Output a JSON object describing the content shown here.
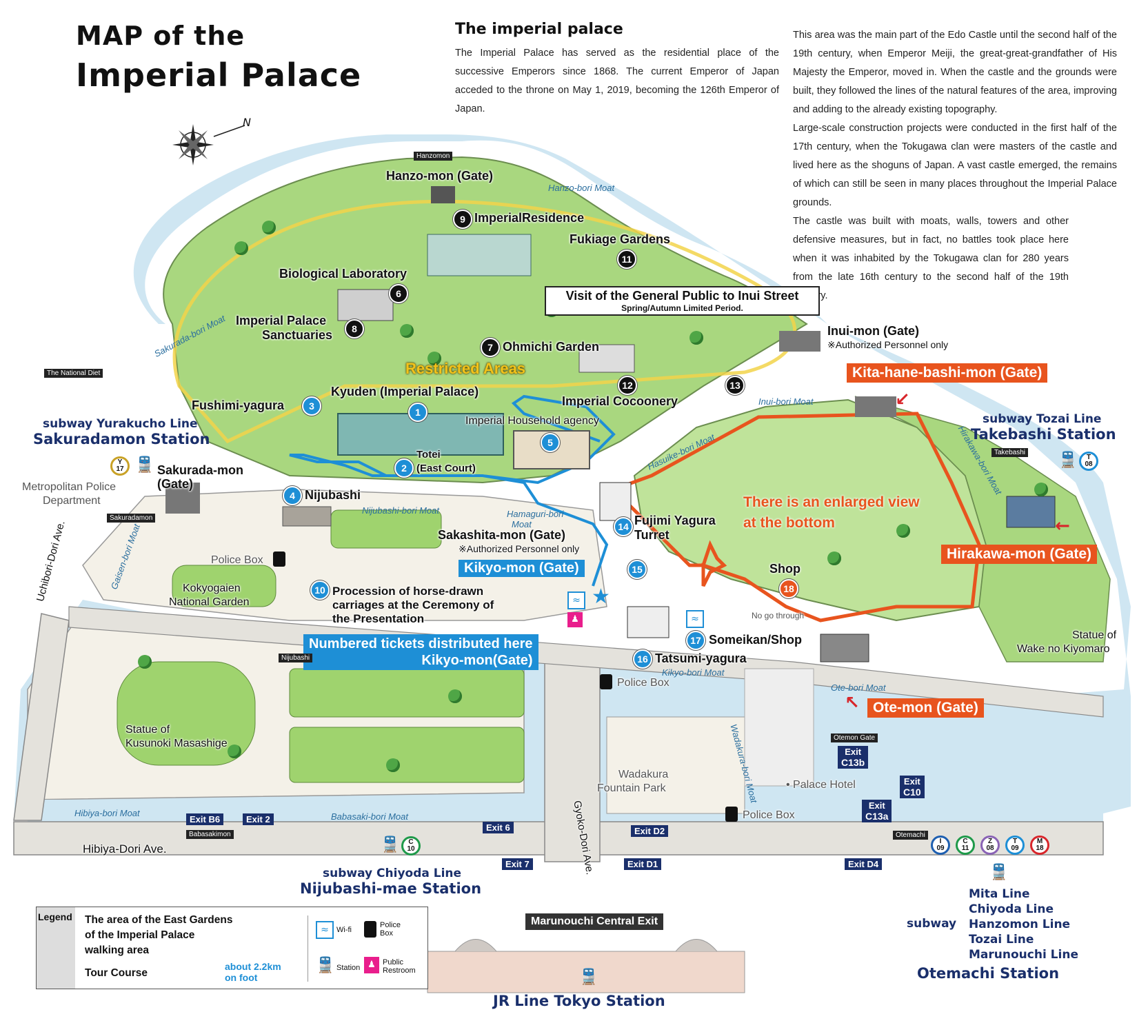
{
  "title": {
    "line1": "MAP of the",
    "line2": "Imperial Palace"
  },
  "intro": {
    "heading": "The imperial palace",
    "paragraph1": "The Imperial Palace has served as the residential place of the successive Emperors since 1868. The current Emperor of Japan acceded to the throne on May 1, 2019, becoming the 126th Emperor of Japan.",
    "paragraph2": "This area was the main part of the Edo Castle until the second half of the 19th century, when Emperor Meiji, the great-great-grandfather of His Majesty the Emperor, moved in. When the castle and the grounds were built, they followed the lines of the natural features of the area, improving and adding to the already existing topography.",
    "paragraph3": "Large-scale construction projects were conducted in the first half of the 17th century, when the Tokugawa clan were masters of the castle and lived here as the shoguns of Japan. A vast castle emerged, the remains of which can still be seen in many places throughout the Imperial Palace grounds.",
    "paragraph4": "The castle was built with moats, walls, towers and other defensive measures, but in fact, no battles took place here when it was inhabited by the Tokugawa clan for 280 years from the late 16th century to the second half of the 19th century."
  },
  "compass": {
    "north": "N"
  },
  "colors": {
    "moat": "#cfe6f2",
    "grass": "#a9d77f",
    "path": "#f4f1e8",
    "orange": "#e8541e",
    "blue": "#1e8fd6",
    "navy": "#1a2f6b",
    "restricted": "#f2d34a"
  },
  "places": {
    "hanzomon_gate": "Hanzo-mon (Gate)",
    "hanzomon_tag": "Hanzomon",
    "imperial_residence": "ImperialResidence",
    "fukiage_gardens": "Fukiage Gardens",
    "biological_laboratory": "Biological Laboratory",
    "sanctuaries_1": "Imperial Palace",
    "sanctuaries_2": "Sanctuaries",
    "ohmichi_garden": "Ohmichi Garden",
    "restricted_areas": "Restricted Areas",
    "kyuden": "Kyuden (Imperial Palace)",
    "fushimi_yagura": "Fushimi-yagura",
    "imperial_cocoonery": "Imperial Cocoonery",
    "household_agency": "Imperial Household agency",
    "totei_1": "Totei",
    "totei_2": "(East Court)",
    "nijubashi": "Nijubashi",
    "sakurada_mon_1": "Sakurada-mon",
    "sakurada_mon_2": "(Gate)",
    "metro_police_1": "Metropolitan Police",
    "metro_police_2": "Department",
    "national_diet": "The National Diet",
    "sakuradamon_tag": "Sakuradamon",
    "police_box_1": "Police Box",
    "police_box_2": "Police Box",
    "police_box_3": "Police Box",
    "kokyogaien_1": "Kokyogaien",
    "kokyogaien_2": "National Garden",
    "sakashita_mon": "Sakashita-mon (Gate)",
    "authorized_only_1": "※Authorized Personnel only",
    "authorized_only_2": "※Authorized Personnel only",
    "procession_1": "Procession of horse-drawn",
    "procession_2": "carriages at the Ceremony of",
    "procession_3": "the Presentation",
    "kikyo_mon": "Kikyo-mon (Gate)",
    "fujimi_1": "Fujimi Yagura",
    "fujimi_2": "Turret",
    "shop": "Shop",
    "no_go": "No go through",
    "someikan": "Someikan/Shop",
    "tatsumi": "Tatsumi-yagura",
    "inui_mon": "Inui-mon (Gate)",
    "kita_hane": "Kita-hane-bashi-mon (Gate)",
    "hirakawa_mon": "Hirakawa-mon (Gate)",
    "ote_mon": "Ote-mon (Gate)",
    "otemon_gate_tag": "Otemon Gate",
    "takebashi_tag": "Takebashi",
    "enlarged_1": "There is an enlarged view",
    "enlarged_2": "at the bottom",
    "wake_1": "Statue of",
    "wake_2": "Wake no Kiyomaro",
    "kusunoki_1": "Statue of",
    "kusunoki_2": "Kusunoki Masashige",
    "wadakura_1": "Wadakura",
    "wadakura_2": "Fountain Park",
    "palace_hotel": "• Palace Hotel",
    "nijubashi_tag": "Nijubashi",
    "babasakimon_tag": "Babasakimon",
    "otemachi_tag": "Otemachi",
    "marunouchi_exit": "Marunouchi Central Exit",
    "uchibori_ave": "Uchibori-Dori Ave.",
    "hibiya_ave": "Hibiya-Dori Ave.",
    "gyoko_ave": "Gyoko-Dori Ave."
  },
  "inui_street": {
    "title": "Visit of the General Public to Inui Street",
    "subtitle": "Spring/Autumn Limited Period."
  },
  "tickets": {
    "line1": "Numbered tickets distributed here",
    "line2": "Kikyo-mon(Gate)"
  },
  "moats": {
    "hanzo": "Hanzo-bori Moat",
    "sakurada": "Sakurada-bori Moat",
    "inui": "Inui-bori Moat",
    "hasuike": "Hasuike-bori Moat",
    "hirakawa": "Hirakawa-bori Moat",
    "nijubashi": "Nijubashi-bori Moat",
    "hamaguri_1": "Hamaguri-bori",
    "hamaguri_2": "Moat",
    "gaisen": "Gaisen-bori Moat",
    "kikyo": "Kikyo-bori Moat",
    "ote": "Ote-bori Moat",
    "wadakura": "Wadakura-bori Moat",
    "hibiya": "Hibiya-bori Moat",
    "babasaki": "Babasaki-bori Moat"
  },
  "numbers": {
    "n1": "1",
    "n2": "2",
    "n3": "3",
    "n4": "4",
    "n5": "5",
    "n6": "6",
    "n7": "7",
    "n8": "8",
    "n9": "9",
    "n10": "10",
    "n11": "11",
    "n12": "12",
    "n13": "13",
    "n14": "14",
    "n15": "15",
    "n16": "16",
    "n17": "17",
    "n18": "18"
  },
  "stations": {
    "yurakucho_line": "subway Yurakucho Line",
    "sakuradamon_station": "Sakuradamon Station",
    "tozai_line": "subway Tozai Line",
    "takebashi_station": "Takebashi Station",
    "chiyoda_line": "subway Chiyoda Line",
    "nijubashimae_station": "Nijubashi-mae Station",
    "jr_tokyo": "JR Line Tokyo Station",
    "subway_word": "subway",
    "otemachi_lines": [
      "Mita Line",
      "Chiyoda Line",
      "Hanzomon Line",
      "Tozai Line",
      "Marunouchi Line"
    ],
    "otemachi_station": "Otemachi Station"
  },
  "line_icons": {
    "y17": {
      "letter": "Y",
      "num": "17",
      "color": "#c9a227"
    },
    "t08": {
      "letter": "T",
      "num": "08",
      "color": "#1e8fd6"
    },
    "c10": {
      "letter": "C",
      "num": "10",
      "color": "#1f9a4a"
    },
    "i09": {
      "letter": "I",
      "num": "09",
      "color": "#1e5fb0"
    },
    "c11": {
      "letter": "C",
      "num": "11",
      "color": "#1f9a4a"
    },
    "z08": {
      "letter": "Z",
      "num": "08",
      "color": "#8a63b5"
    },
    "t09": {
      "letter": "T",
      "num": "09",
      "color": "#1e8fd6"
    },
    "m18": {
      "letter": "M",
      "num": "18",
      "color": "#d8262b"
    }
  },
  "exits": {
    "b6": "Exit B6",
    "e2": "Exit 2",
    "e6": "Exit 6",
    "d2": "Exit D2",
    "e7": "Exit 7",
    "d1": "Exit D1",
    "d4": "Exit D4",
    "c13b_1": "Exit",
    "c13b_2": "C13b",
    "c10_1": "Exit",
    "c10_2": "C10",
    "c13a_1": "Exit",
    "c13a_2": "C13a"
  },
  "legend": {
    "tag": "Legend",
    "east_gardens_1": "The area of the East Gardens",
    "east_gardens_2": "of the Imperial Palace",
    "east_gardens_3": "walking area",
    "tour_course": "Tour Course",
    "about_1": "about 2.2km",
    "about_2": "on foot",
    "wifi": "Wi-fi",
    "police_1": "Police",
    "police_2": "Box",
    "station": "Station",
    "restroom_1": "Public",
    "restroom_2": "Restroom"
  }
}
